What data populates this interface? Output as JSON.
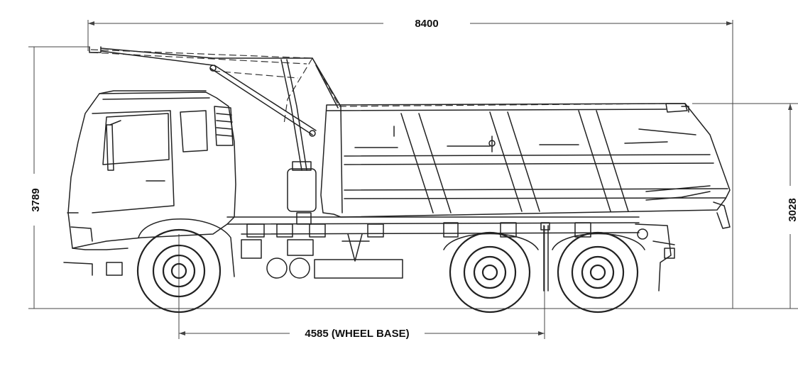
{
  "dimensions": {
    "overall_length": "8400",
    "overall_height": "3789",
    "body_height": "3028",
    "wheel_base": "4585 (WHEEL BASE)"
  }
}
